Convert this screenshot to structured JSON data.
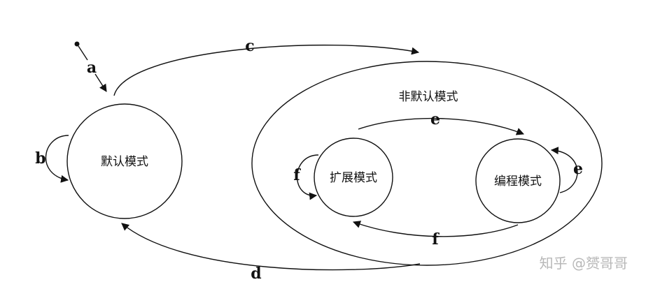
{
  "diagram": {
    "states": {
      "default": "默认模式",
      "extended": "扩展模式",
      "programming": "编程模式"
    },
    "group_label": "非默认模式",
    "transitions": {
      "a": "a",
      "b": "b",
      "c": "c",
      "d": "d",
      "e_between": "e",
      "e_self": "e",
      "f_self": "f",
      "f_between": "f"
    }
  },
  "watermark": "知乎 @赟哥哥"
}
